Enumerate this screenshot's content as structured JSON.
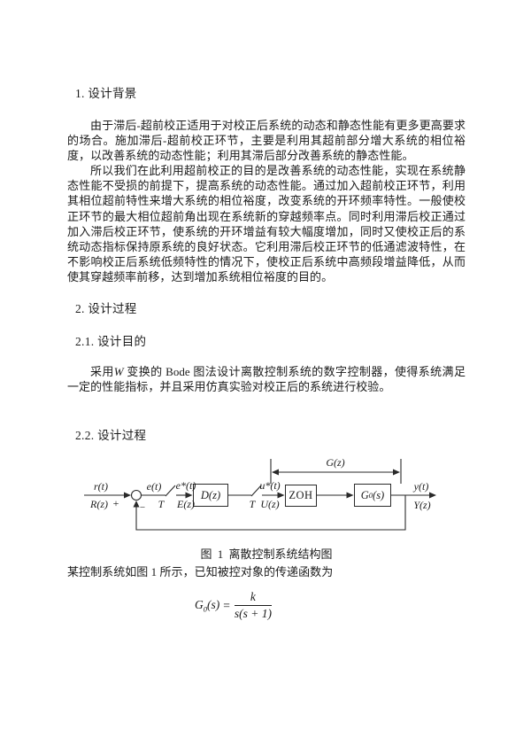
{
  "headings": {
    "h1": "1. 设计背景",
    "h2": "2. 设计过程",
    "h2_1": "2.1. 设计目的",
    "h2_2": "2.2. 设计过程"
  },
  "paragraphs": {
    "p1": "由于滞后-超前校正适用于对校正后系统的动态和静态性能有更多更高要求的场合。施加滞后-超前校正环节，主要是利用其超前部分增大系统的相位裕度，以改善系统的动态性能；利用其滞后部分改善系统的静态性能。",
    "p2": "所以我们在此利用超前校正的目的是改善系统的动态性能，实现在系统静态性能不受损的前提下，提高系统的动态性能。通过加入超前校正环节，利用其相位超前特性来增大系统的相位裕度，改变系统的开环频率特性。一般使校正环节的最大相位超前角出现在系统新的穿越频率点。同时利用滞后校正通过加入滞后校正环节，使系统的开环增益有较大幅度增加，同时又使校正后的系统动态指标保持原系统的良好状态。它利用滞后校正环节的低通滤波特性，在不影响校正后系统低频特性的情况下，使校正后系统中高频段增益降低，从而使其穿越频率前移，达到增加系统相位裕度的目的。",
    "p3_pre": "采用",
    "p3_var": "W",
    "p3_post": " 变换的 Bode 图法设计离散控制系统的数字控制器，使得系统满足一定的性能指标，并且采用仿真实验对校正后的系统进行校验。",
    "p4": "某控制系统如图 1 所示，已知被控对象的传递函数为"
  },
  "diagram": {
    "caption": "图 1 离散控制系统结构图",
    "bracket_label": "G(z)",
    "signals": {
      "input_top": "r(t)",
      "input_bottom": "R(z)",
      "plus": "+",
      "minus": "−",
      "error_top": "e(t)",
      "sampler1_period": "T",
      "error_star_top": "e*(t)",
      "error_star_bottom": "E(z)",
      "sampler2_period": "T",
      "control_star_top": "u*(t)",
      "control_star_bottom": "U(z)",
      "output_top": "y(t)",
      "output_bottom": "Y(z)"
    },
    "blocks": {
      "controller": "D(z)",
      "zoh": "ZOH",
      "plant_sym": "G",
      "plant_sub": "0",
      "plant_args": "(s)"
    }
  },
  "formula": {
    "sym": "G",
    "sub": "0",
    "args": "(s)",
    "eq": "=",
    "num": "k",
    "den": "s(s + 1)"
  }
}
